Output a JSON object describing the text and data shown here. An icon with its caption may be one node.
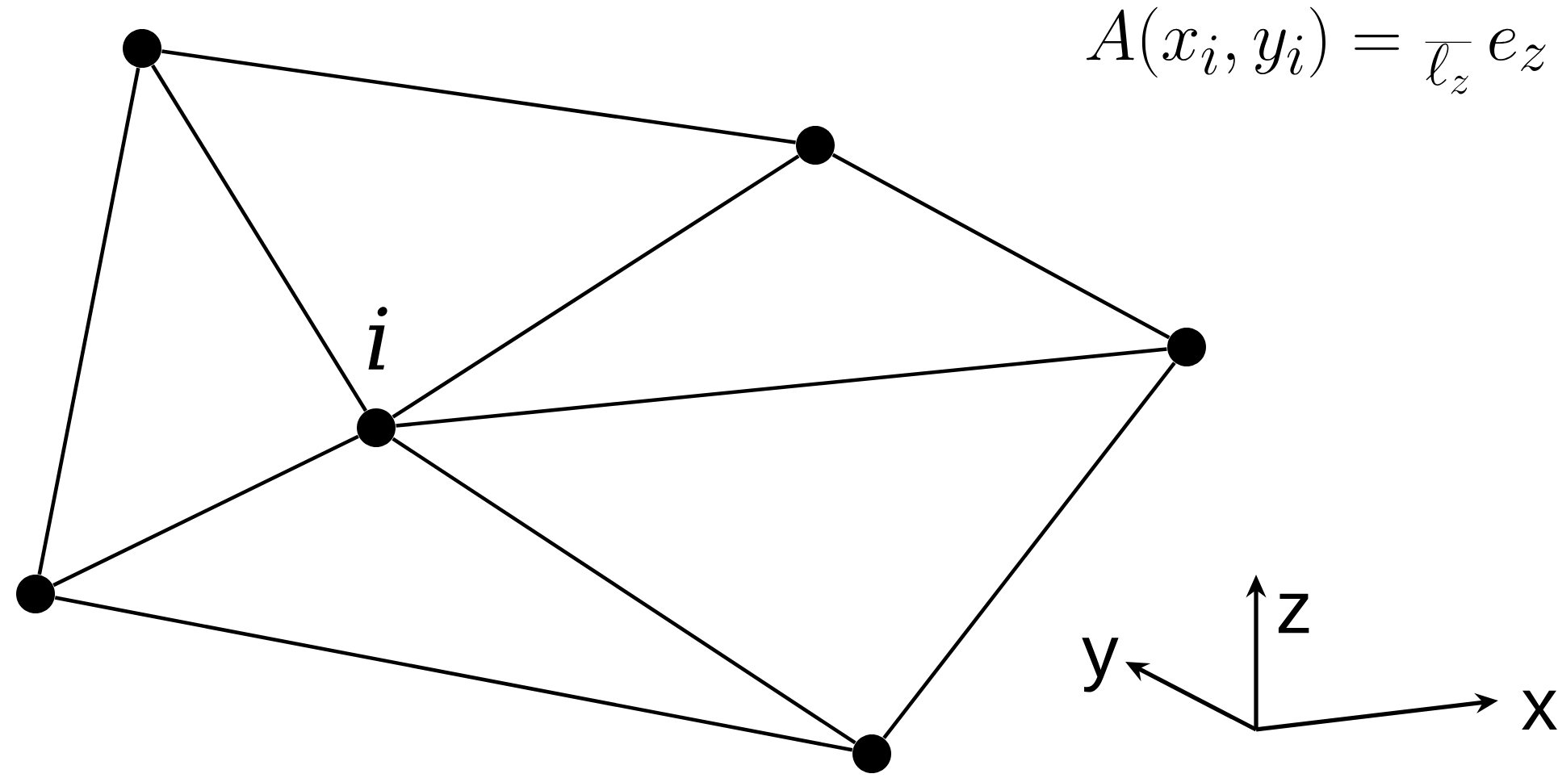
{
  "diagram": {
    "nodes": [
      {
        "text": [],
        "shape": "circle"
      },
      {
        "text": [],
        "shape": "circle"
      },
      {
        "text": [],
        "shape": "circle"
      },
      {
        "text": [],
        "shape": "circle",
        "beside": [
          "*i*"
        ]
      },
      {
        "text": [],
        "shape": "circle"
      },
      {
        "text": [],
        "shape": "circle"
      }
    ],
    "edges": [
      {
        "from": 0,
        "to": 1,
        "arrow": "none"
      },
      {
        "from": 0,
        "to": 3,
        "arrow": "none"
      },
      {
        "from": 0,
        "to": 4,
        "arrow": "none"
      },
      {
        "from": 1,
        "to": 3,
        "arrow": "none"
      },
      {
        "from": 1,
        "to": 2,
        "arrow": "none"
      },
      {
        "from": 3,
        "to": 2,
        "arrow": "none"
      },
      {
        "from": 3,
        "to": 4,
        "arrow": "none"
      },
      {
        "from": 3,
        "to": 5,
        "arrow": "none"
      },
      {
        "from": 2,
        "to": 5,
        "arrow": "none"
      },
      {
        "from": 4,
        "to": 5,
        "arrow": "none"
      }
    ],
    "labels": [
      "A(x_i, y_i) = \\frac{}{\\ell_z}\\, e_z",
      "z",
      "y",
      "x"
    ]
  }
}
